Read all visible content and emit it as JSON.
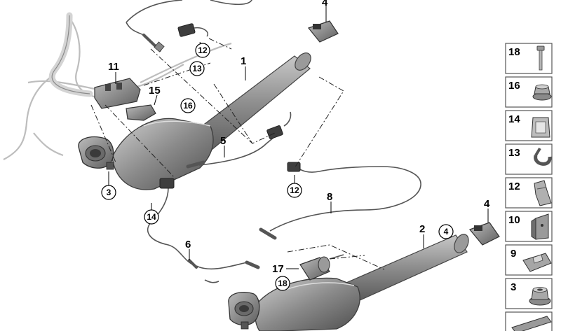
{
  "callouts": {
    "c1": "1",
    "c2": "2",
    "c4a": "4",
    "c4b": "4",
    "c5": "5",
    "c6": "6",
    "c8": "8",
    "c11": "11",
    "c15": "15",
    "c17": "17"
  },
  "circled_callouts": {
    "k12a": "12",
    "k13": "13",
    "k16": "16",
    "k3": "3",
    "k12b": "12",
    "k14": "14",
    "k4": "4",
    "k18": "18"
  },
  "legend": {
    "items": [
      {
        "number": "18",
        "icon": "bolt-icon"
      },
      {
        "number": "16",
        "icon": "hex-collar-nut-icon"
      },
      {
        "number": "14",
        "icon": "cable-clip-icon"
      },
      {
        "number": "13",
        "icon": "open-ring-clip-icon"
      },
      {
        "number": "12",
        "icon": "spring-clip-icon"
      },
      {
        "number": "10",
        "icon": "bracket-plate-icon"
      },
      {
        "number": "9",
        "icon": "holder-clip-icon"
      },
      {
        "number": "3",
        "icon": "flange-nut-icon"
      }
    ]
  },
  "colors": {
    "line": "#333333",
    "part_fill": "#8a8a8a",
    "part_dark": "#5a5a5a",
    "legend_border": "#555555"
  }
}
